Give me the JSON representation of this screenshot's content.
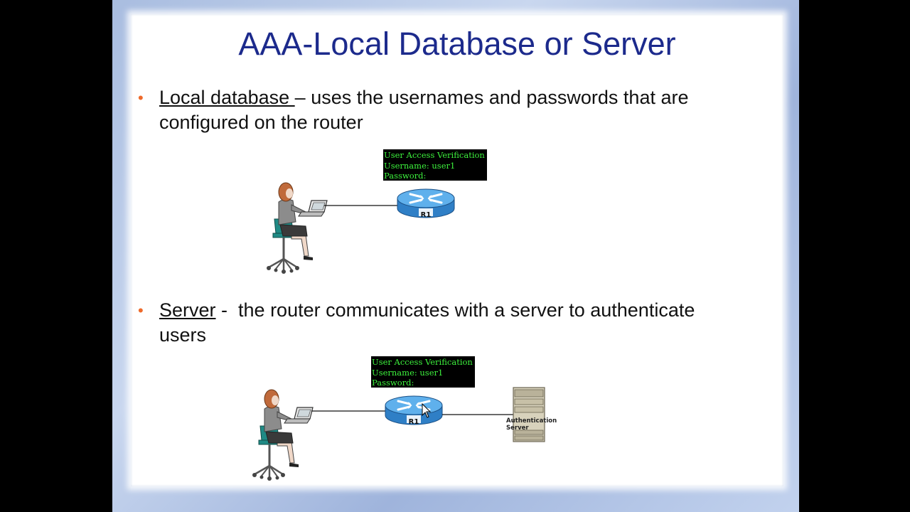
{
  "slide": {
    "title": "AAA-Local Database or Server",
    "bullets": [
      {
        "term": "Local database ",
        "separator": "– ",
        "line1": "uses the usernames and passwords that are",
        "line2": "configured on the router"
      },
      {
        "term": "Server",
        "separator": " -  ",
        "line1": "the router communicates with a server to authenticate",
        "line2": "users"
      }
    ]
  },
  "diagram_local": {
    "terminal_lines": [
      "User Access Verification",
      "Username: user1",
      "Password:"
    ],
    "router_label": "R1"
  },
  "diagram_server": {
    "terminal_lines": [
      "User Access Verification",
      "Username: user1",
      "Password:"
    ],
    "router_label": "R1",
    "server_label_line1": "Authentication",
    "server_label_line2": "Server"
  },
  "colors": {
    "title": "#1c2a8c",
    "bullet": "#ee6a2b",
    "terminal_text": "#3df23d",
    "router": "#3a8fd8"
  }
}
